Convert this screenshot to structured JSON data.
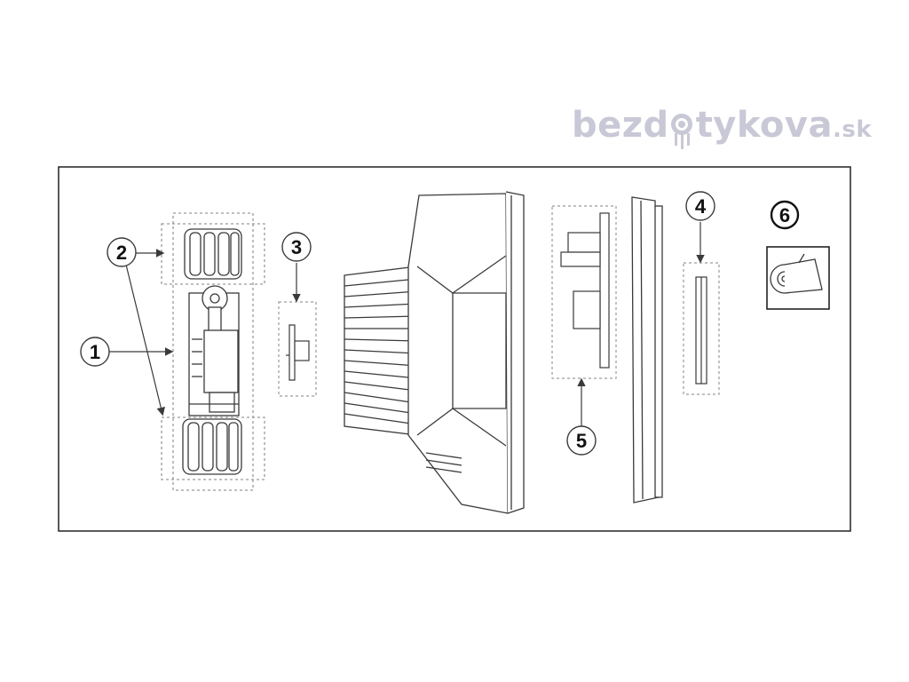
{
  "watermark": {
    "brand_prefix": "bezd",
    "brand_suffix": "tykova",
    "tld": ".sk"
  },
  "callouts": [
    {
      "id": "1",
      "label": "1"
    },
    {
      "id": "2",
      "label": "2"
    },
    {
      "id": "3",
      "label": "3"
    },
    {
      "id": "4",
      "label": "4"
    },
    {
      "id": "5",
      "label": "5"
    },
    {
      "id": "6",
      "label": "6"
    }
  ],
  "colors": {
    "line": "#3a3a3a",
    "frame": "#222222",
    "dashed": "#9a9a9a",
    "watermark": "#c8c8d6"
  }
}
